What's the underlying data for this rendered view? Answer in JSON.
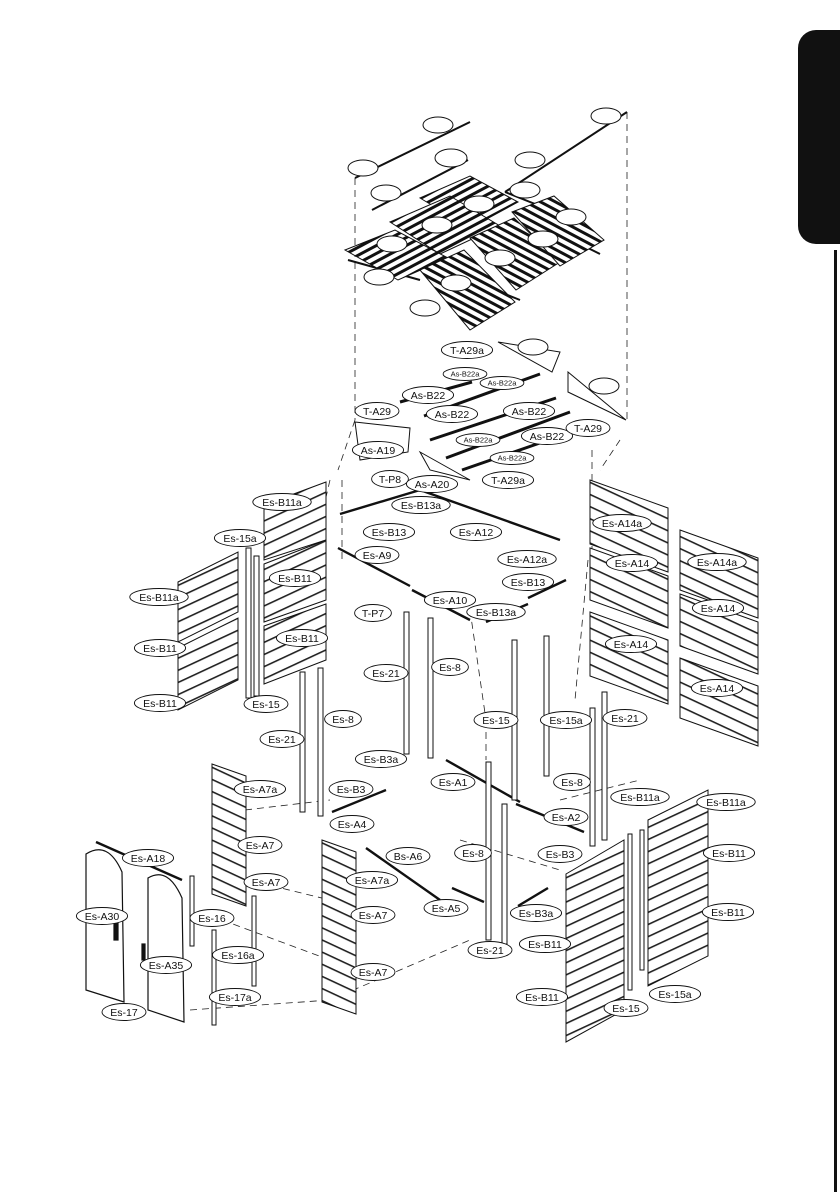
{
  "page": {
    "side_tab": ""
  },
  "labels": {
    "l001": "T-A29a",
    "l002": "As-B22a",
    "l003": "As-B22a",
    "l004": "As-B22",
    "l005": "T-A29",
    "l006": "As-B22",
    "l007": "As-B22",
    "l008": "As-B22a",
    "l009": "As-B22",
    "l010": "T-A29",
    "l011": "As-A19",
    "l012": "As-B22a",
    "l013": "T-P8",
    "l014": "T-A29a",
    "l015": "As-A20",
    "l016": "Es-B11a",
    "l017": "Es-B13a",
    "l018": "Es-15a",
    "l019": "Es-B13",
    "l020": "Es-A12",
    "l021": "Es-A14a",
    "l022": "Es-A9",
    "l023": "Es-A12a",
    "l024": "Es-A14",
    "l025": "Es-A14a",
    "l026": "Es-B11",
    "l027": "Es-B13",
    "l028": "Es-B11a",
    "l029": "Es-A10",
    "l030": "Es-A14",
    "l031": "T-P7",
    "l032": "Es-B13a",
    "l033": "Es-B11",
    "l034": "Es-A14",
    "l035": "Es-B11",
    "l036": "Es-21",
    "l037": "Es-8",
    "l038": "Es-A14",
    "l039": "Es-B11",
    "l040": "Es-15",
    "l041": "Es-8",
    "l042": "Es-15",
    "l043": "Es-15a",
    "l044": "Es-21",
    "l045": "Es-21",
    "l046": "Es-B3a",
    "l047": "Es-A1",
    "l048": "Es-8",
    "l049": "Es-A7a",
    "l050": "Es-B3",
    "l051": "Es-B11a",
    "l052": "Es-B11a",
    "l053": "Es-A4",
    "l054": "Es-A2",
    "l055": "Es-A7",
    "l056": "Es-A18",
    "l057": "Bs-A6",
    "l058": "Es-8",
    "l059": "Es-B3",
    "l060": "Es-B11",
    "l061": "Es-A7",
    "l062": "Es-A7a",
    "l063": "Es-A30",
    "l064": "Es-16",
    "l065": "Es-A5",
    "l066": "Es-B3a",
    "l067": "Es-A7",
    "l068": "Es-B11",
    "l069": "Es-B11",
    "l070": "Es-16a",
    "l071": "Es-21",
    "l072": "Es-A35",
    "l073": "Es-A7",
    "l074": "Es-B11",
    "l075": "Es-15a",
    "l076": "Es-17a",
    "l077": "Es-15",
    "l078": "Es-17"
  }
}
